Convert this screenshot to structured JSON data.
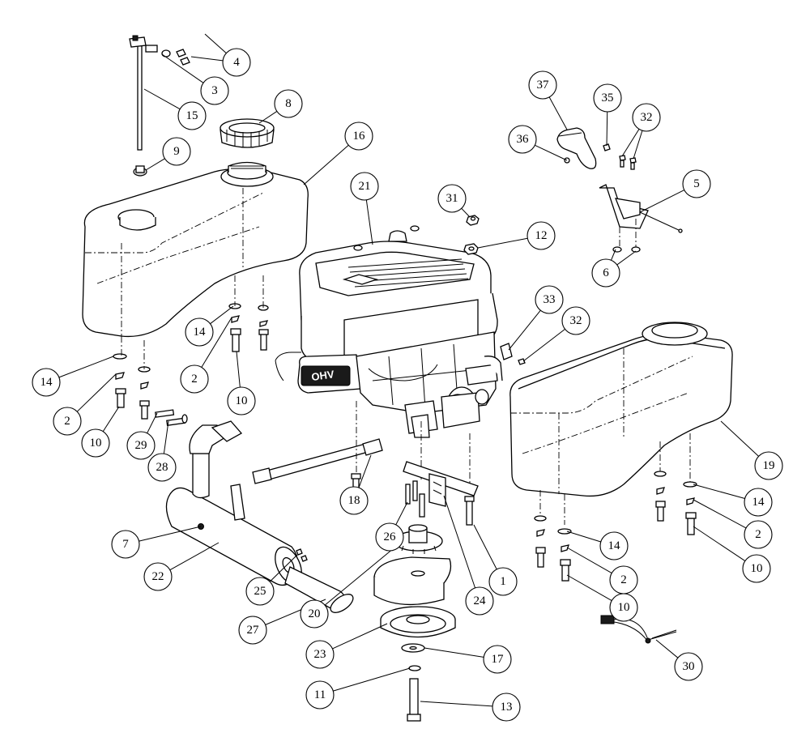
{
  "engine_logo": "OHV",
  "callouts": [
    {
      "label": "4"
    },
    {
      "label": "3"
    },
    {
      "label": "15"
    },
    {
      "label": "8"
    },
    {
      "label": "16"
    },
    {
      "label": "9"
    },
    {
      "label": "37"
    },
    {
      "label": "35"
    },
    {
      "label": "32"
    },
    {
      "label": "36"
    },
    {
      "label": "5"
    },
    {
      "label": "21"
    },
    {
      "label": "31"
    },
    {
      "label": "12"
    },
    {
      "label": "6"
    },
    {
      "label": "33"
    },
    {
      "label": "32"
    },
    {
      "label": "14"
    },
    {
      "label": "2"
    },
    {
      "label": "10"
    },
    {
      "label": "14"
    },
    {
      "label": "2"
    },
    {
      "label": "10"
    },
    {
      "label": "29"
    },
    {
      "label": "28"
    },
    {
      "label": "18"
    },
    {
      "label": "19"
    },
    {
      "label": "14"
    },
    {
      "label": "2"
    },
    {
      "label": "10"
    },
    {
      "label": "14"
    },
    {
      "label": "2"
    },
    {
      "label": "10"
    },
    {
      "label": "7"
    },
    {
      "label": "26"
    },
    {
      "label": "1"
    },
    {
      "label": "22"
    },
    {
      "label": "25"
    },
    {
      "label": "20"
    },
    {
      "label": "24"
    },
    {
      "label": "27"
    },
    {
      "label": "23"
    },
    {
      "label": "17"
    },
    {
      "label": "30"
    },
    {
      "label": "11"
    },
    {
      "label": "13"
    }
  ]
}
